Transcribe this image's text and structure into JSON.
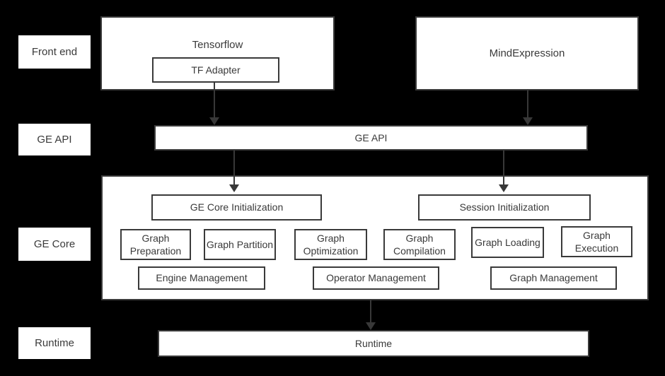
{
  "colors": {
    "background": "#000000",
    "box_fill": "#ffffff",
    "box_border": "#3a3a3a",
    "text": "#3a3a3a",
    "arrow": "#383838"
  },
  "side_labels": [
    "Front end",
    "GE API",
    "GE Core",
    "Runtime"
  ],
  "front_end": {
    "tensorflow_label": "Tensorflow",
    "tf_adapter_label": "TF Adapter",
    "mind_expression_label": "MindExpression"
  },
  "ge_api": {
    "label": "GE API"
  },
  "ge_core": {
    "initializers": [
      "GE Core Initialization",
      "Session Initialization"
    ],
    "modules": [
      "Graph Preparation",
      "Graph Partition",
      "Graph Optimization",
      "Graph Compilation",
      "Graph Loading",
      "Graph Execution"
    ],
    "management": [
      "Engine Management",
      "Operator Management",
      "Graph Management"
    ]
  },
  "runtime": {
    "label": "Runtime"
  }
}
